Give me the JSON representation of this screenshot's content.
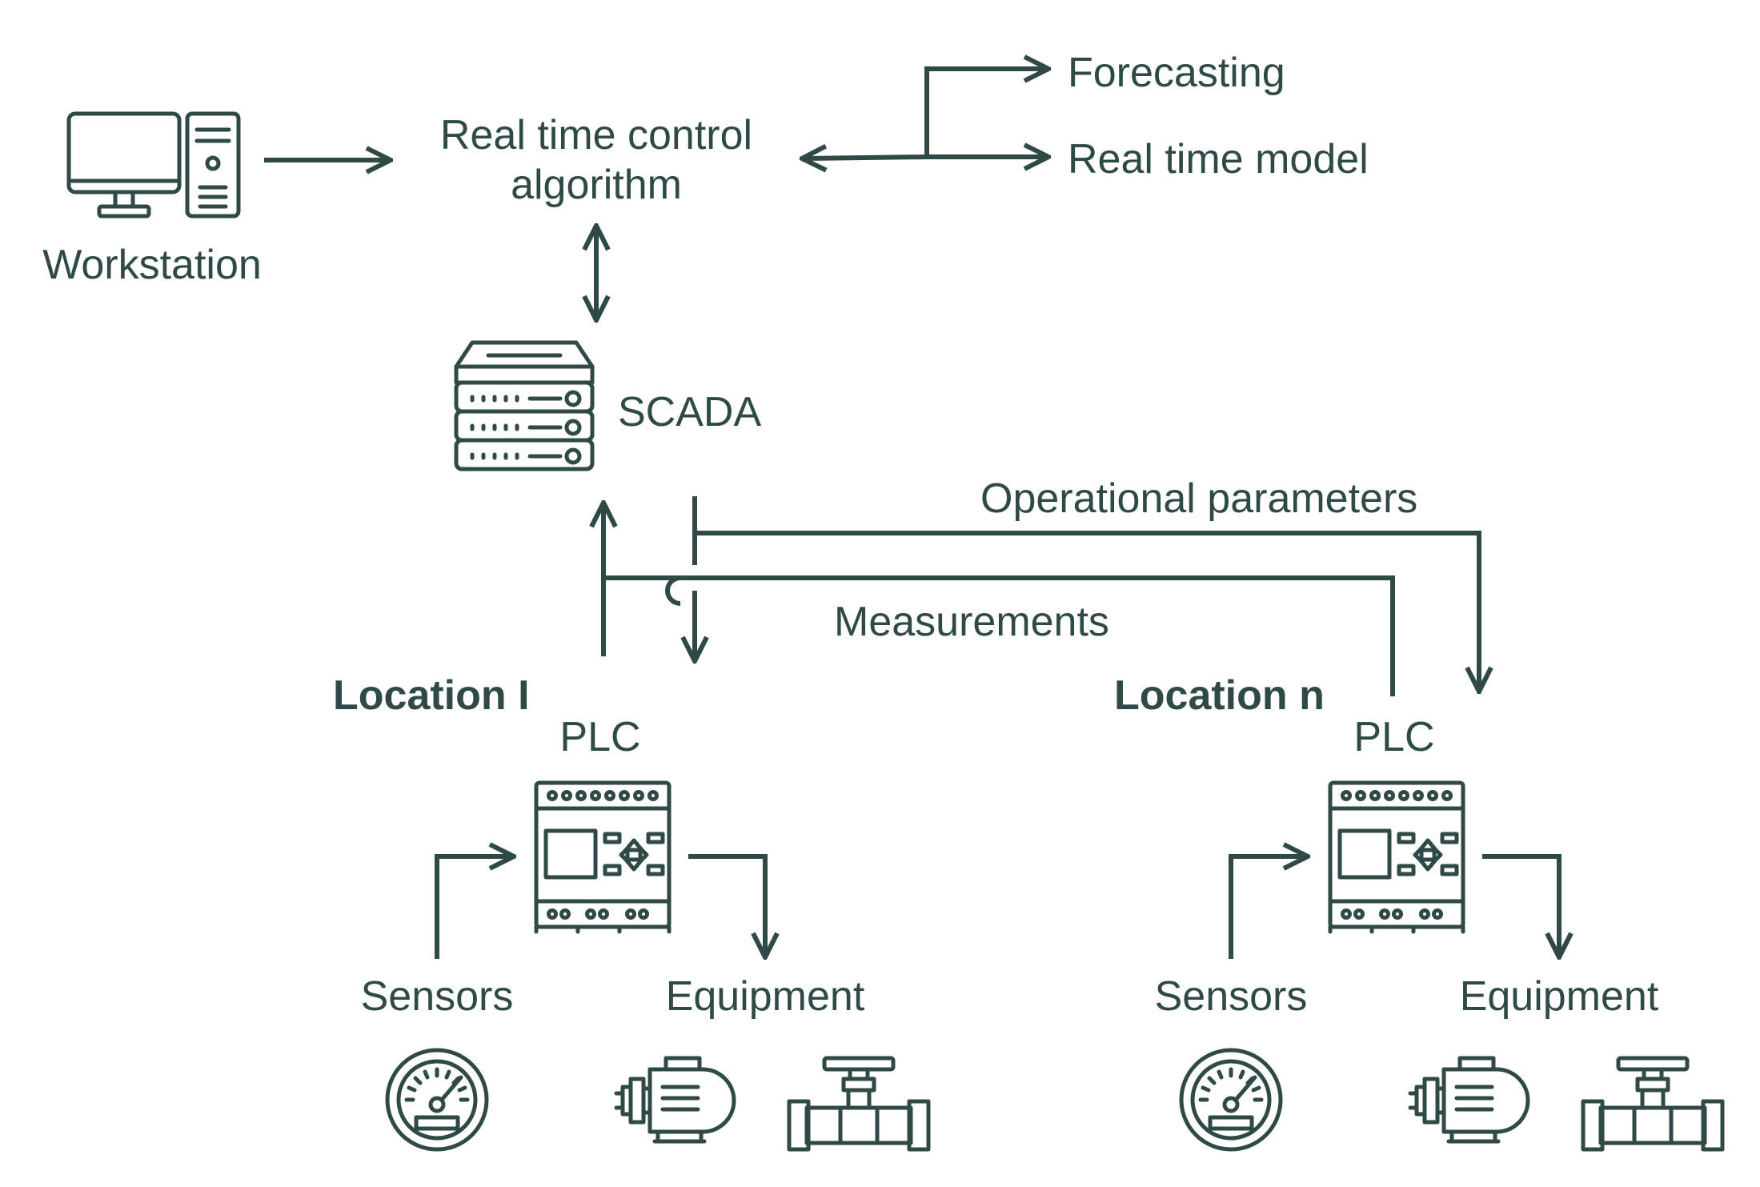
{
  "colors": {
    "ink": "#2f4a46",
    "background": "#ffffff"
  },
  "workstation": {
    "label": "Workstation",
    "icon": "workstation-icon"
  },
  "algorithm": {
    "line1": "Real time control",
    "line2": "algorithm"
  },
  "outputs": {
    "forecasting": "Forecasting",
    "real_time_model": "Real time model"
  },
  "scada": {
    "label": "SCADA",
    "icon": "server-icon"
  },
  "flows": {
    "operational_parameters": "Operational parameters",
    "measurements": "Measurements"
  },
  "locations": [
    {
      "title": "Location I",
      "plc": "PLC",
      "sensors": "Sensors",
      "equipment": "Equipment"
    },
    {
      "title": "Location n",
      "plc": "PLC",
      "sensors": "Sensors",
      "equipment": "Equipment"
    }
  ]
}
